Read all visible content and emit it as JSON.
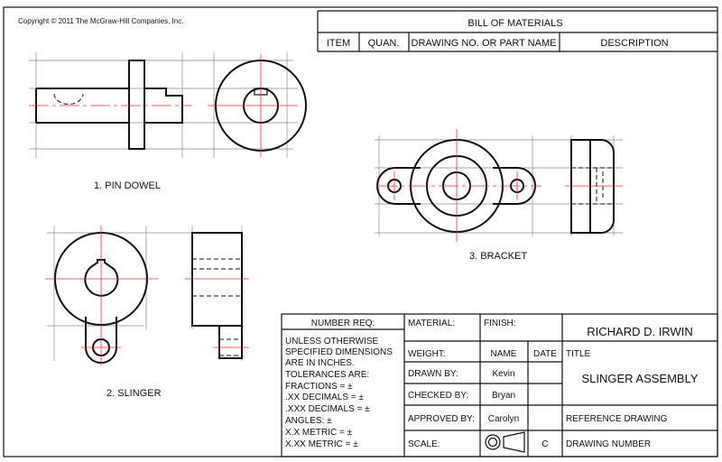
{
  "copyright": "Copyright © 2011 The McGraw-Hill Companies, Inc.",
  "bom": {
    "title": "BILL OF MATERIALS",
    "headers": [
      "ITEM",
      "QUAN.",
      "DRAWING NO. OR PART NAME",
      "DESCRIPTION"
    ]
  },
  "parts": [
    {
      "label": "1.  PIN DOWEL"
    },
    {
      "label": "2.  SLINGER"
    },
    {
      "label": "3.  BRACKET"
    }
  ],
  "notes": {
    "heading": "NUMBER REQ:",
    "lines": [
      "UNLESS OTHERWISE",
      "SPECIFIED DIMENSIONS",
      "ARE IN INCHES.",
      "TOLERANCES ARE:",
      "FRACTIONS = ±",
      ".XX DECIMALS = ±",
      ".XXX DECIMALS = ±",
      "ANGLES: ±",
      "X.X METRIC = ±",
      "X.XX METRIC = ±"
    ]
  },
  "titleblock": {
    "material": "MATERIAL:",
    "finish": "FINISH:",
    "company": "RICHARD D. IRWIN",
    "weight": "WEIGHT:",
    "name_header": "NAME",
    "date_header": "DATE",
    "title_label": "TITLE",
    "drawn_by": "DRAWN BY:",
    "drawn_name": "Kevin",
    "assembly_title": "SLINGER ASSEMBLY",
    "checked_by": "CHECKED BY:",
    "checked_name": "Bryan",
    "approved_by": "APPROVED BY:",
    "approved_name": "Carolyn",
    "reference": "REFERENCE DRAWING",
    "scale": "SCALE:",
    "size": "C",
    "drawing_number": "DRAWING NUMBER"
  },
  "colors": {
    "line": "#111111",
    "center": "#e8323c",
    "construction": "#8a8a8a"
  }
}
